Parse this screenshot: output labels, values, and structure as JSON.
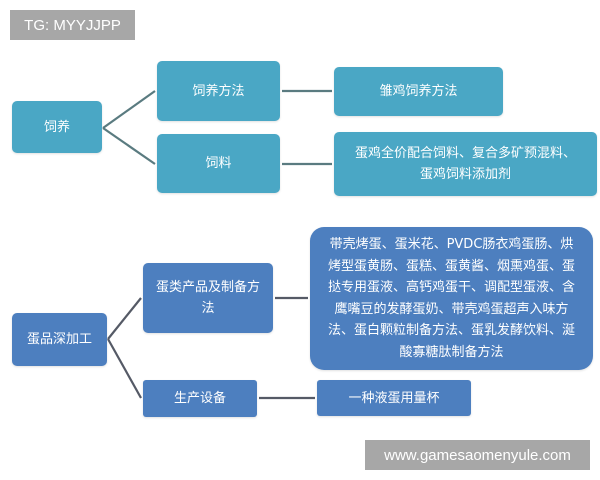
{
  "colors": {
    "teal": "#4aa7c5",
    "blue": "#4d7fbf",
    "connector_top": "#5a7b80",
    "connector_bottom": "#555a66",
    "watermark_bg": "#a7a7a7",
    "text": "#ffffff"
  },
  "watermarks": {
    "top_left": "TG: MYYJJPP",
    "bottom_right": "www.gamesaomenyule.com"
  },
  "diagram": {
    "section_feeding": {
      "root": "饲养",
      "children": [
        {
          "label": "饲养方法",
          "detail": [
            "雏鸡饲养方法"
          ]
        },
        {
          "label": "饲料",
          "detail": [
            "蛋鸡全价配合饲料、复合多矿预混料、",
            "蛋鸡饲料添加剂"
          ]
        }
      ]
    },
    "section_processing": {
      "root": "蛋品深加工",
      "children": [
        {
          "label": [
            "蛋类产品及制备方",
            "法"
          ],
          "detail": [
            "带壳烤蛋、蛋米花、PVDC肠衣鸡蛋肠、烘",
            "烤型蛋黄肠、蛋糕、蛋黄酱、烟熏鸡蛋、蛋",
            "挞专用蛋液、高钙鸡蛋干、调配型蛋液、含",
            "鹰嘴豆的发酵蛋奶、带壳鸡蛋超声入味方",
            "法、蛋白颗粒制备方法、蛋乳发酵饮料、涎",
            "酸寡糖肽制备方法"
          ]
        },
        {
          "label": [
            "生产设备"
          ],
          "detail": [
            "一种液蛋用量杯"
          ]
        }
      ]
    }
  }
}
